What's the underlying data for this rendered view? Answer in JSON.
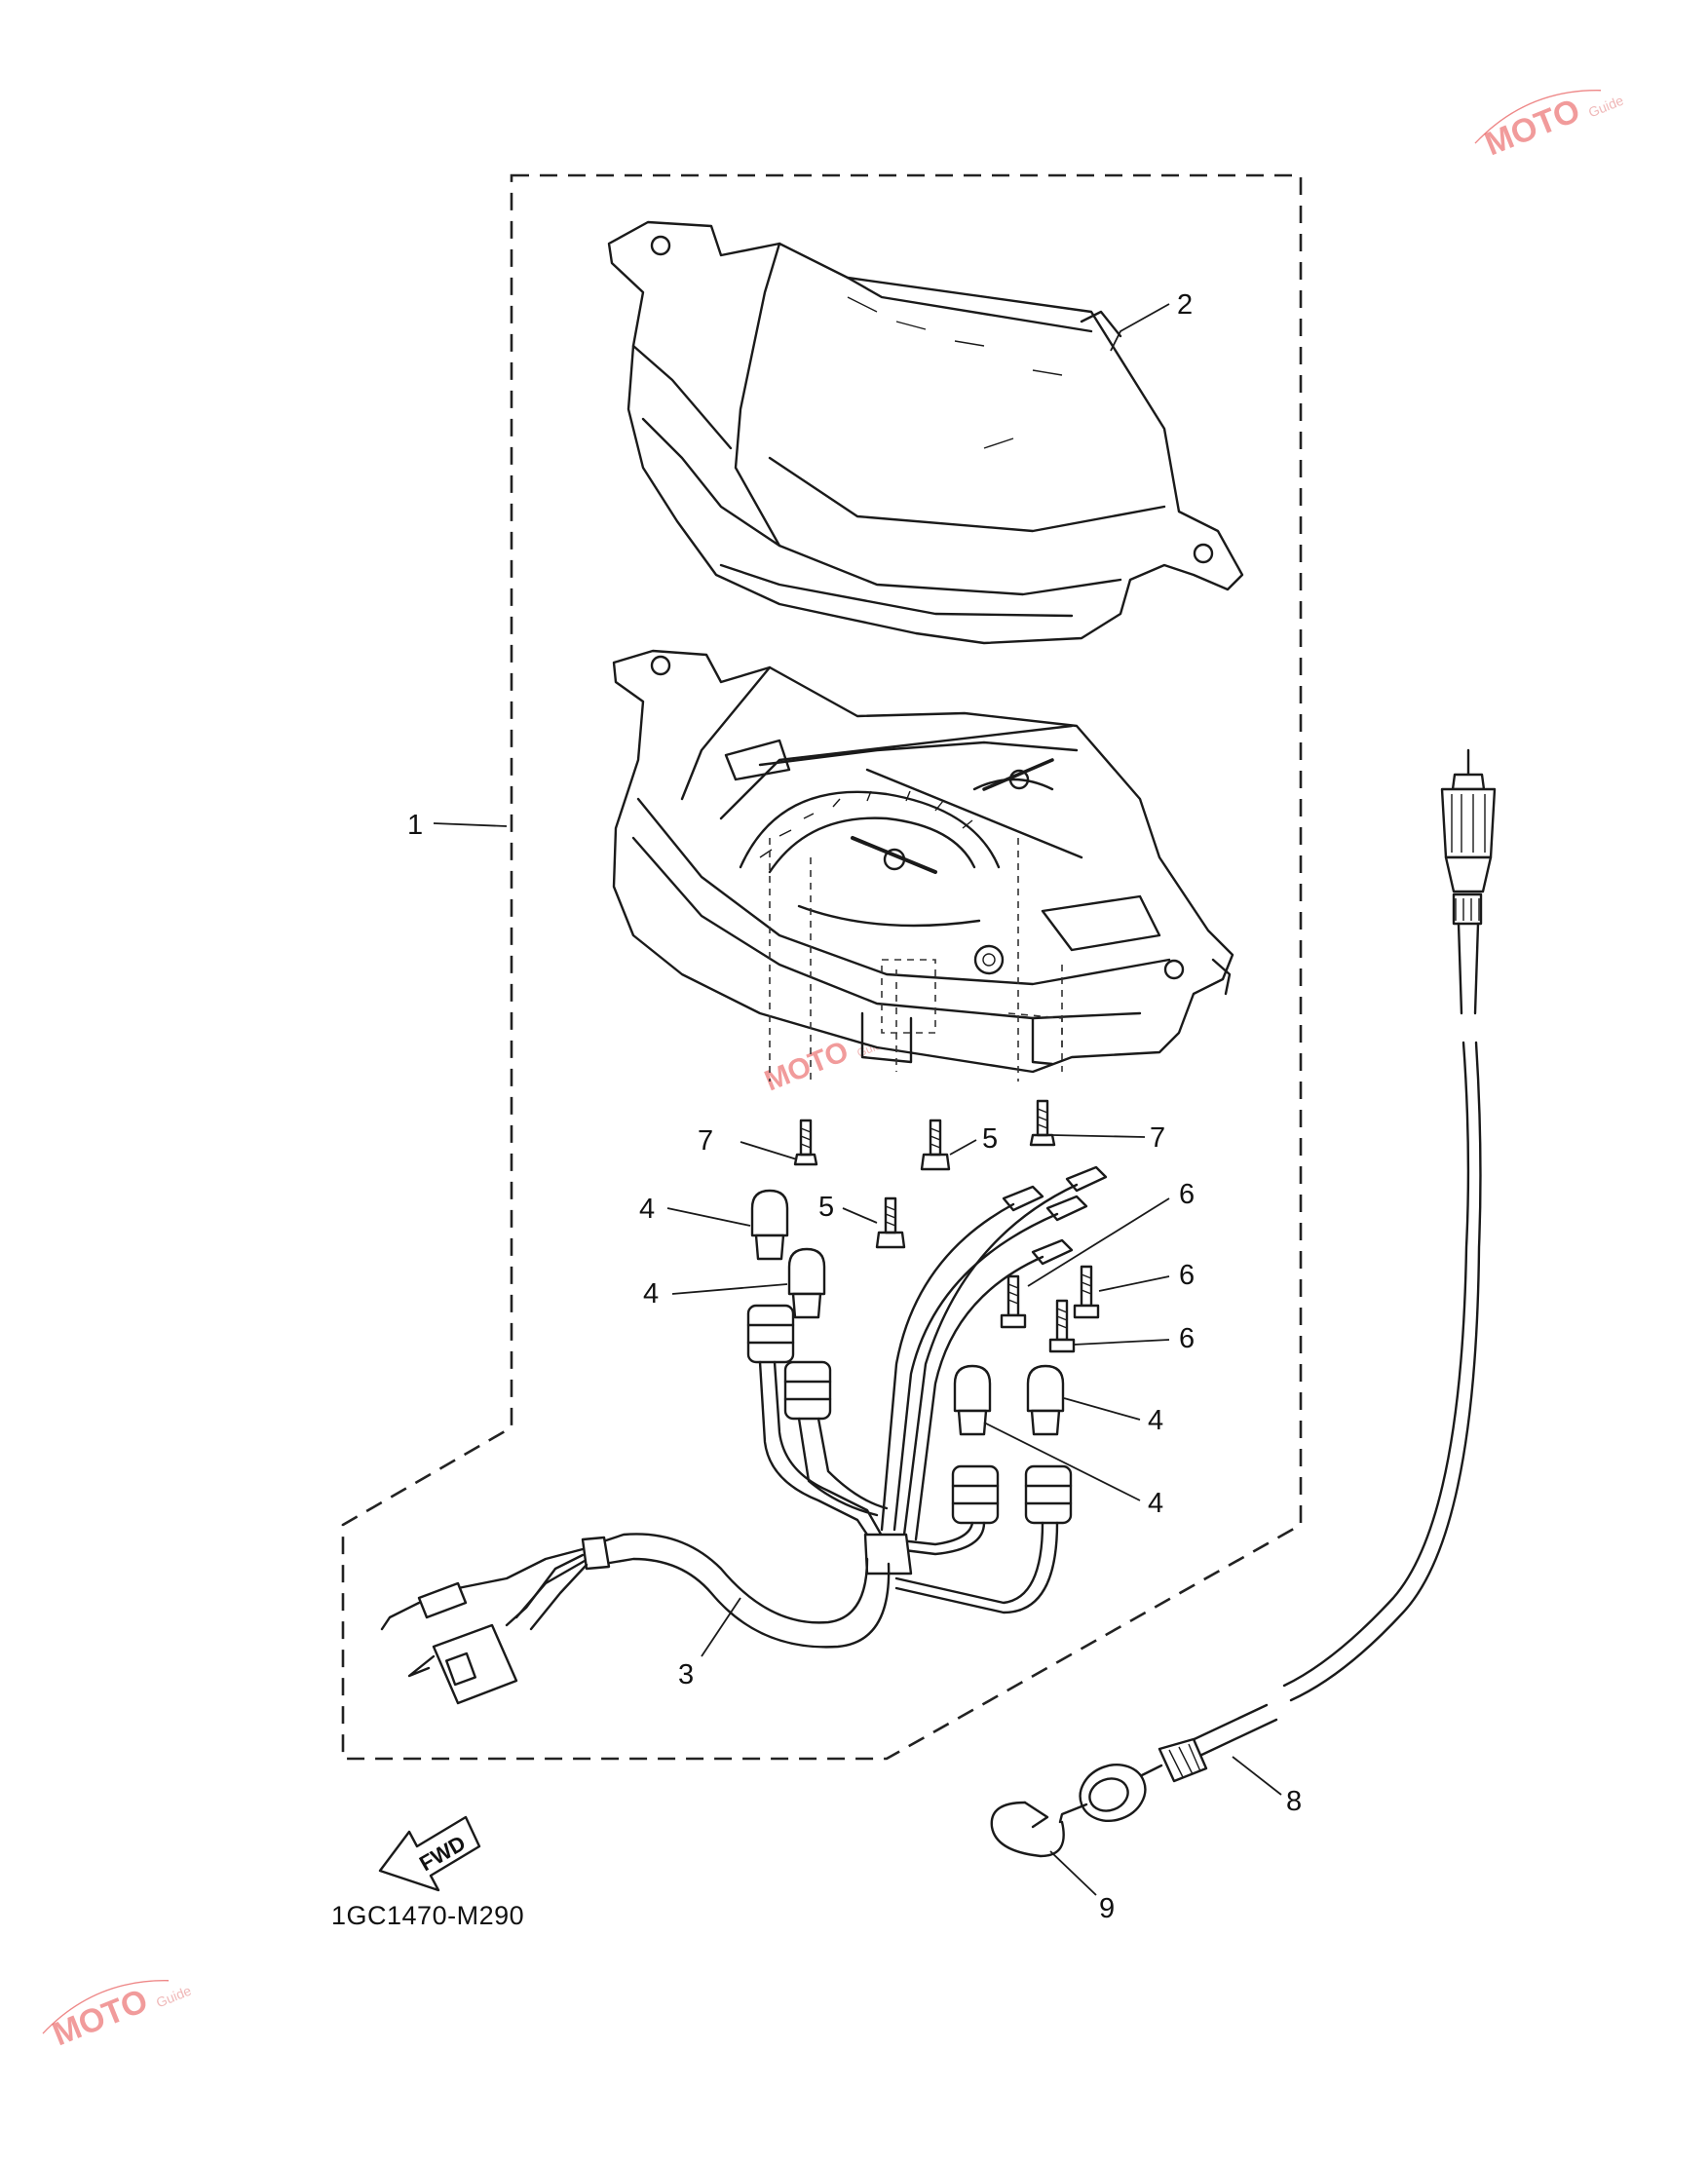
{
  "diagram": {
    "part_code": "1GC1470-M290",
    "fwd_label": "FWD",
    "watermark": {
      "brand": "MOTO",
      "small": "Guide"
    },
    "callouts": {
      "c1": "1",
      "c2": "2",
      "c3": "3",
      "c4a": "4",
      "c4b": "4",
      "c4c": "4",
      "c4d": "4",
      "c5a": "5",
      "c5b": "5",
      "c6a": "6",
      "c6b": "6",
      "c6c": "6",
      "c7a": "7",
      "c7b": "7",
      "c8": "8",
      "c9": "9"
    }
  }
}
